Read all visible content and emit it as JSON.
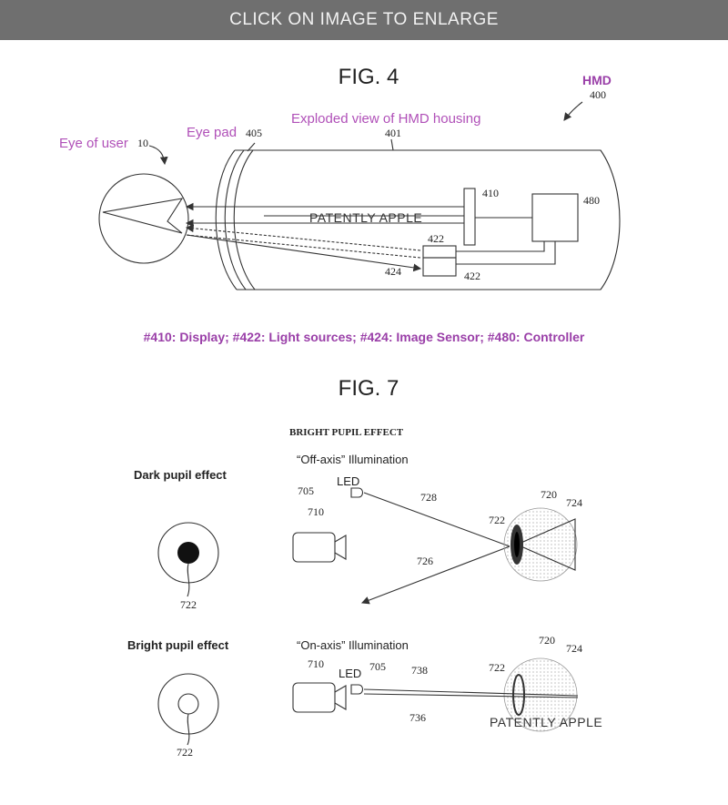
{
  "banner": {
    "text": "CLICK ON IMAGE TO ENLARGE"
  },
  "fig4": {
    "title": "FIG. 4",
    "hmd_label": "HMD",
    "eye_label": "Eye of user",
    "eye_pad_label": "Eye pad",
    "exploded_label": "Exploded view of HMD housing",
    "watermark": "PATENTLY APPLE",
    "refs": {
      "hmd": "400",
      "eye": "10",
      "pad": "405",
      "housing": "401",
      "display": "410",
      "controller": "480",
      "light_top": "422",
      "light_bottom": "422",
      "sensor": "424"
    },
    "caption": "#410: Display; #422: Light sources; #424: Image Sensor; #480: Controller"
  },
  "fig7": {
    "title": "FIG. 7",
    "heading": "BRIGHT PUPIL EFFECT",
    "dark_label": "Dark pupil effect",
    "bright_label": "Bright pupil effect",
    "off_axis": "“Off-axis” Illumination",
    "on_axis": "“On-axis” Illumination",
    "led": "LED",
    "watermark": "PATENTLY APPLE",
    "refs": {
      "led_top": "705",
      "cam_top": "710",
      "eye_top": "720",
      "lens_top": "724",
      "pupil_top": "722",
      "ray_in": "728",
      "ray_out": "726",
      "dark_pupil": "722",
      "cam_bottom": "710",
      "led_bottom": "705",
      "eye_bottom": "720",
      "lens_bottom": "724",
      "pupil_bottom": "722",
      "ray_a": "738",
      "ray_b": "736",
      "bright_pupil": "722"
    }
  }
}
